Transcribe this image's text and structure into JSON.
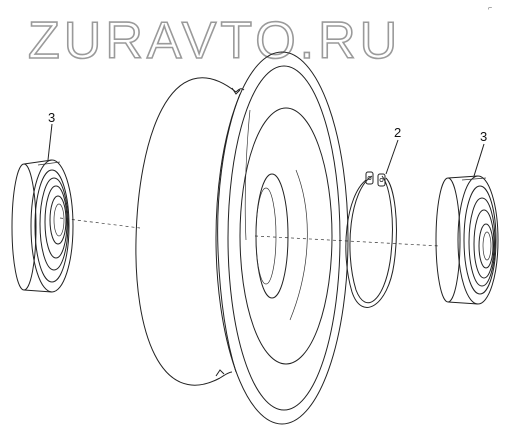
{
  "watermark": "ZURAVTO.RU",
  "labels": {
    "left_bearing": "3",
    "circlip": "2",
    "right_bearing": "3"
  }
}
